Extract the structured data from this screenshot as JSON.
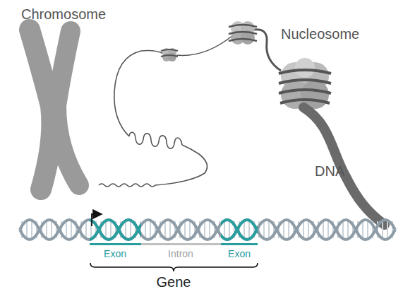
{
  "diagram": {
    "labels": [
      "Chromosome",
      "Nucleosome",
      "DNA",
      "Exon",
      "Intron",
      "Exon",
      "Gene"
    ]
  }
}
